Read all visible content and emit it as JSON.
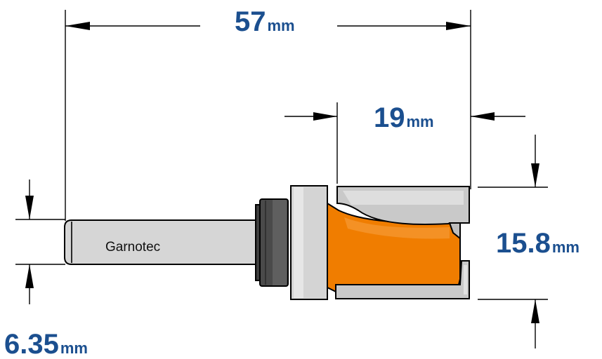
{
  "dimensions": {
    "overall_length": {
      "value": "57",
      "unit": "mm"
    },
    "cutting_length": {
      "value": "19",
      "unit": "mm"
    },
    "cutting_diameter": {
      "value": "15.8",
      "unit": "mm"
    },
    "shank_diameter": {
      "value": "6.35",
      "unit": "mm"
    }
  },
  "shank_label": "Garnotec",
  "colors": {
    "dimension_text": "#1b4f8f",
    "cutter_body": "#f07d00",
    "cutter_steel": "#c8c8c8",
    "bearing": "#4a4a4a",
    "shank": "#d6d6d6"
  }
}
